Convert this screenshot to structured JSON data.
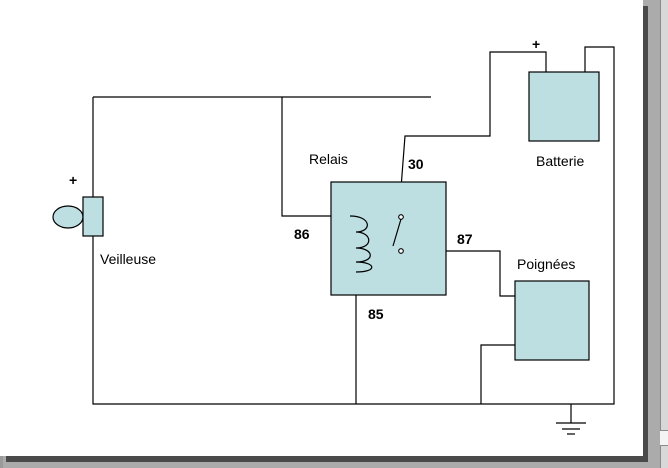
{
  "diagram": {
    "labels": {
      "veilleuse": "Veilleuse",
      "relais": "Relais",
      "batterie": "Batterie",
      "poignees": "Poignées"
    },
    "terminals": {
      "t30": "30",
      "t86": "86",
      "t87": "87",
      "t85": "85"
    },
    "polarity": {
      "veilleuse_plus": "+",
      "batterie_plus": "+"
    },
    "icons": {
      "relay_coil": "coil-icon",
      "relay_switch": "switch-icon",
      "ground": "ground-icon",
      "lamp": "lamp-icon"
    },
    "colors": {
      "component_fill": "#bddfe1",
      "wire": "#000000",
      "page": "#ffffff",
      "background": "#ababab"
    }
  }
}
